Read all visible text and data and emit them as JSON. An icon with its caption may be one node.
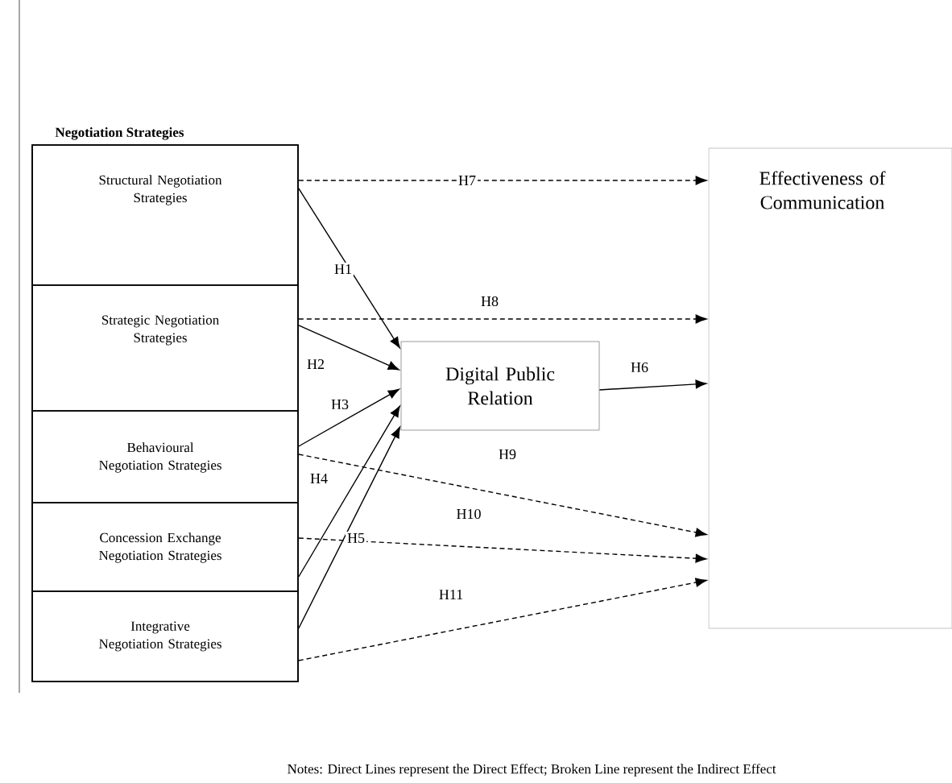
{
  "diagram": {
    "caption": "Notes: Direct Lines represent the Direct Effect; Broken Line represent the Indirect Effect",
    "nodes": [
      {
        "text": [
          "Negotiation Strategies"
        ]
      },
      {
        "text": [
          "Structural Negotiation Strategies"
        ],
        "in": 0
      },
      {
        "text": [
          "Strategic Negotiation Strategies"
        ],
        "in": 0
      },
      {
        "text": [
          "Behavioural Negotiation Strategies"
        ],
        "in": 0
      },
      {
        "text": [
          "Concession Exchange Negotiation Strategies"
        ],
        "in": 0
      },
      {
        "text": [
          "Integrative Negotiation Strategies"
        ],
        "in": 0
      },
      {
        "text": [
          "Digital Public Relation"
        ]
      },
      {
        "text": [
          "Effectiveness of Communication"
        ]
      }
    ],
    "edges": [
      {
        "from": 1,
        "to": 6,
        "arrow": "to",
        "label": "H1"
      },
      {
        "from": 2,
        "to": 6,
        "arrow": "to",
        "label": "H2"
      },
      {
        "from": 3,
        "to": 6,
        "arrow": "to",
        "label": "H3"
      },
      {
        "from": 4,
        "to": 6,
        "arrow": "to",
        "label": "H4"
      },
      {
        "from": 5,
        "to": 6,
        "arrow": "to",
        "label": "H5"
      },
      {
        "from": 6,
        "to": 7,
        "arrow": "to",
        "label": "H6"
      },
      {
        "from": 1,
        "to": 7,
        "arrow": "to",
        "label": "H7",
        "style": "dashed"
      },
      {
        "from": 2,
        "to": 7,
        "arrow": "to",
        "label": "H8",
        "style": "dashed"
      },
      {
        "from": 3,
        "to": 7,
        "arrow": "to",
        "label": "H9",
        "style": "dashed"
      },
      {
        "from": 4,
        "to": 7,
        "arrow": "to",
        "label": "H10",
        "style": "dashed"
      },
      {
        "from": 5,
        "to": 7,
        "arrow": "to",
        "label": "H11",
        "style": "dashed"
      }
    ]
  }
}
